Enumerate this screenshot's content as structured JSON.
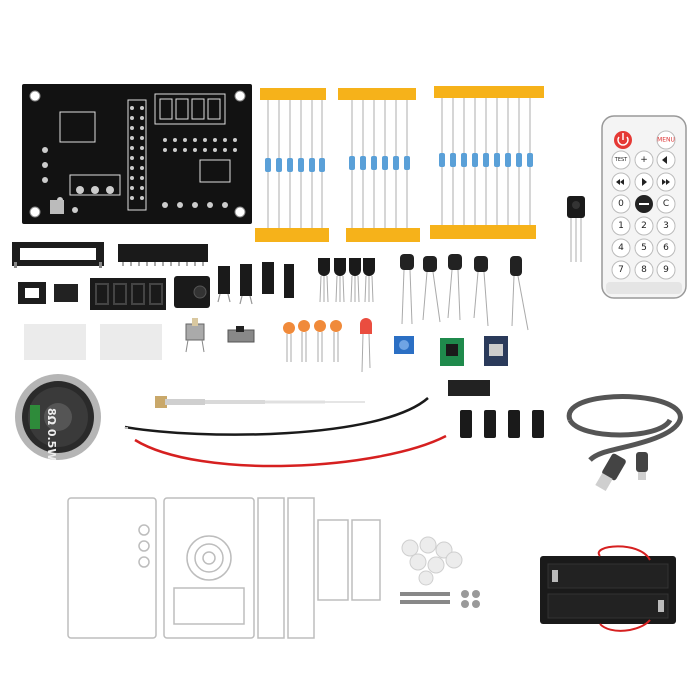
{
  "photo": {
    "subject": "",
    "background": "#ffffff"
  },
  "remote": {
    "top_buttons": [
      "power",
      "MENU"
    ],
    "row2": [
      "TEST",
      "+",
      "back"
    ],
    "row3": [
      "prev",
      "play",
      "next"
    ],
    "row4": [
      "0",
      "−",
      "C"
    ],
    "digits": [
      "1",
      "2",
      "3",
      "4",
      "5",
      "6",
      "7",
      "8",
      "9"
    ],
    "power_color": "#e53935"
  },
  "speaker": {
    "printed_text": "8Ω 0.5W"
  },
  "colors": {
    "pcb": "#111111",
    "resistor_tape": "#f6b21a",
    "resistor_body": "#5aa0d8",
    "ceramic_cap": "#f08a3a",
    "red_led": "#e83a2a",
    "trimmer": "#2b6fc4",
    "module_green": "#1f8a4c",
    "red_wire": "#d62020",
    "black_wire": "#1a1a1a",
    "usb_cable": "#555555"
  }
}
